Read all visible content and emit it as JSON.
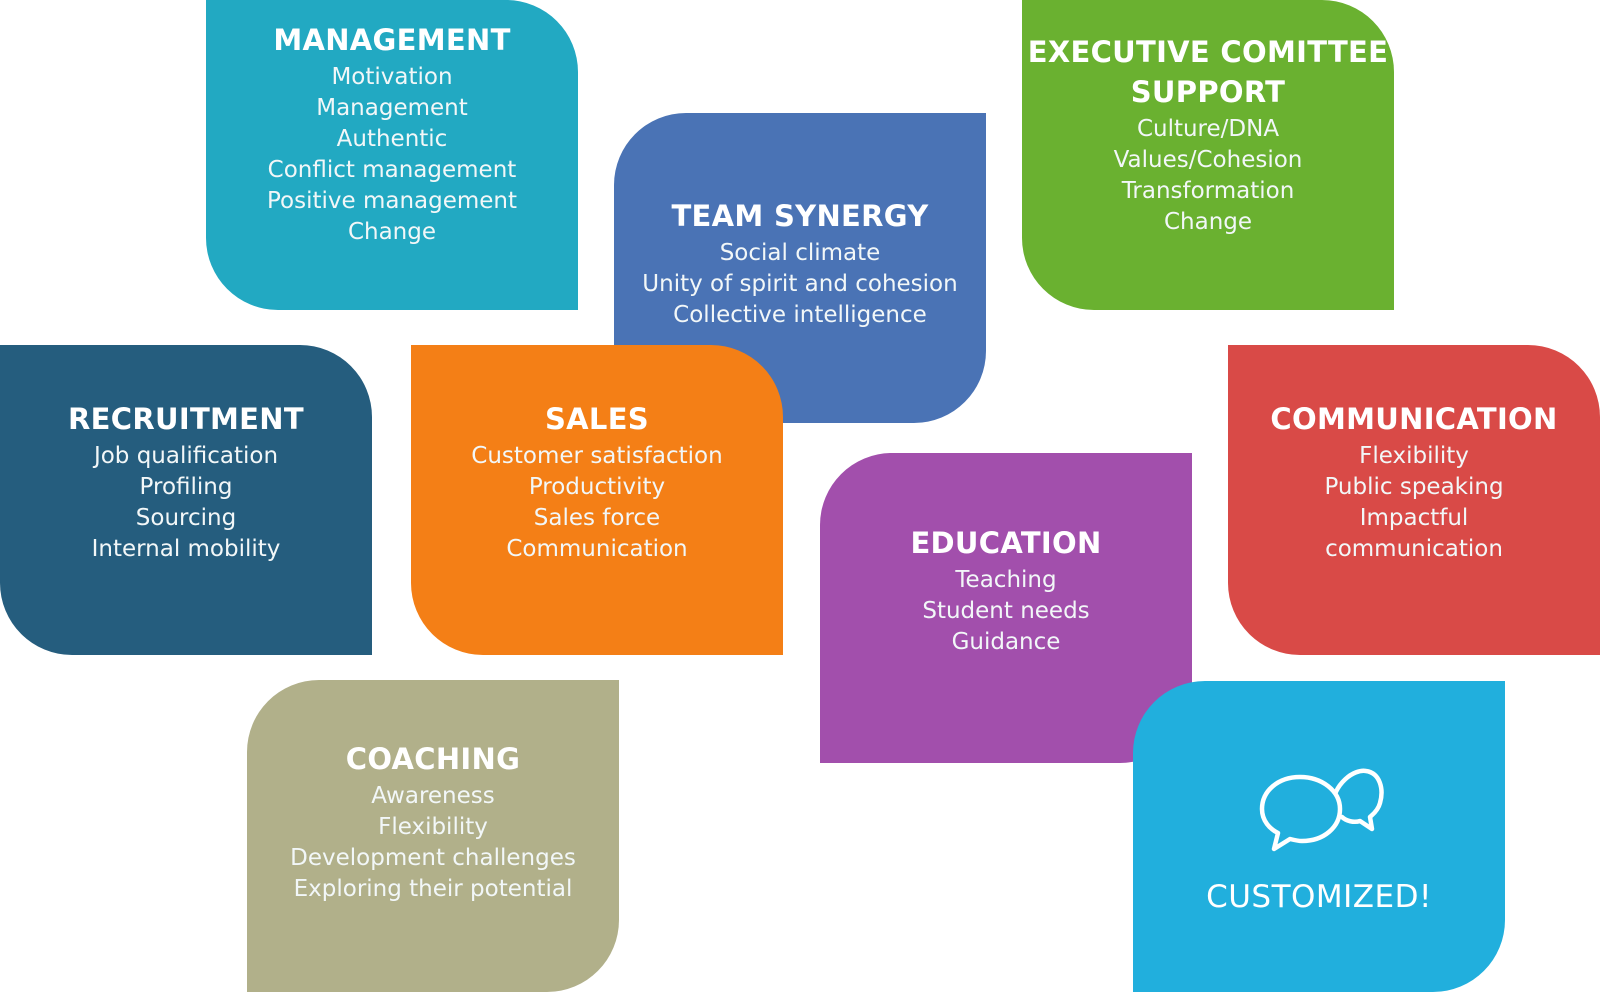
{
  "tiles": {
    "management": {
      "title": "MANAGEMENT",
      "color": "#22A9C2",
      "items": [
        "Motivation",
        "Management",
        "Authentic",
        "Conflict management",
        "Positive management",
        "Change"
      ]
    },
    "executive": {
      "title": "EXECUTIVE COMITTEE\nSUPPORT",
      "color": "#6AB130",
      "items": [
        "Culture/DNA",
        "Values/Cohesion",
        "Transformation",
        "Change"
      ]
    },
    "team": {
      "title": "TEAM SYNERGY",
      "color": "#4A73B5",
      "items": [
        "Social climate",
        "Unity of spirit and cohesion",
        "Collective intelligence"
      ]
    },
    "recruitment": {
      "title": "RECRUITMENT",
      "color": "#255D7E",
      "items": [
        "Job qualification",
        "Profiling",
        "Sourcing",
        "Internal mobility"
      ]
    },
    "sales": {
      "title": "SALES",
      "color": "#F47F16",
      "items": [
        "Customer satisfaction",
        "Productivity",
        "Sales force",
        "Communication"
      ]
    },
    "communication": {
      "title": "COMMUNICATION",
      "color": "#D94A47",
      "items": [
        "Flexibility",
        "Public speaking",
        "Impactful",
        "communication"
      ]
    },
    "education": {
      "title": "EDUCATION",
      "color": "#A24FAC",
      "items": [
        "Teaching",
        "Student needs",
        "Guidance"
      ]
    },
    "coaching": {
      "title": "COACHING",
      "color": "#B1B08A",
      "items": [
        "Awareness",
        "Flexibility",
        "Development challenges",
        "Exploring their potential"
      ]
    },
    "customized": {
      "label": "CUSTOMIZED!",
      "color": "#21AFDD",
      "icon": "speech-bubbles-icon"
    }
  }
}
